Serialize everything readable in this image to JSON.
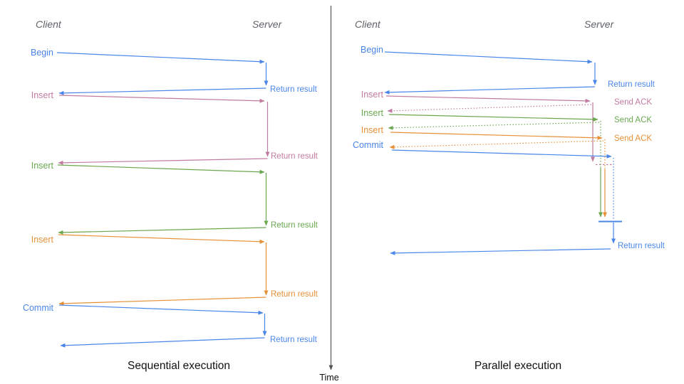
{
  "colors": {
    "blue": "#4a86e8",
    "pink": "#c27ba0",
    "green": "#6aa84f",
    "orange": "#e69138",
    "axis": "#555555"
  },
  "time_axis_label": "Time",
  "sequential": {
    "title": "Sequential execution",
    "client_header": "Client",
    "server_header": "Server",
    "operations": [
      {
        "label": "Begin",
        "result": "Return result",
        "color": "#4a86e8"
      },
      {
        "label": "Insert",
        "result": "Return result",
        "color": "#c27ba0"
      },
      {
        "label": "Insert",
        "result": "Return result",
        "color": "#6aa84f"
      },
      {
        "label": "Insert",
        "result": "Return result",
        "color": "#e69138"
      },
      {
        "label": "Commit",
        "result": "Return result",
        "color": "#4a86e8"
      }
    ]
  },
  "parallel": {
    "title": "Parallel execution",
    "client_header": "Client",
    "server_header": "Server",
    "operations": [
      {
        "label": "Begin",
        "response": "Return result",
        "color": "#4a86e8"
      },
      {
        "label": "Insert",
        "response": "Send ACK",
        "color": "#c27ba0"
      },
      {
        "label": "Insert",
        "response": "Send ACK",
        "color": "#6aa84f"
      },
      {
        "label": "Insert",
        "response": "Send ACK",
        "color": "#e69138"
      },
      {
        "label": "Commit",
        "response": "Return result",
        "color": "#4a86e8"
      }
    ]
  }
}
